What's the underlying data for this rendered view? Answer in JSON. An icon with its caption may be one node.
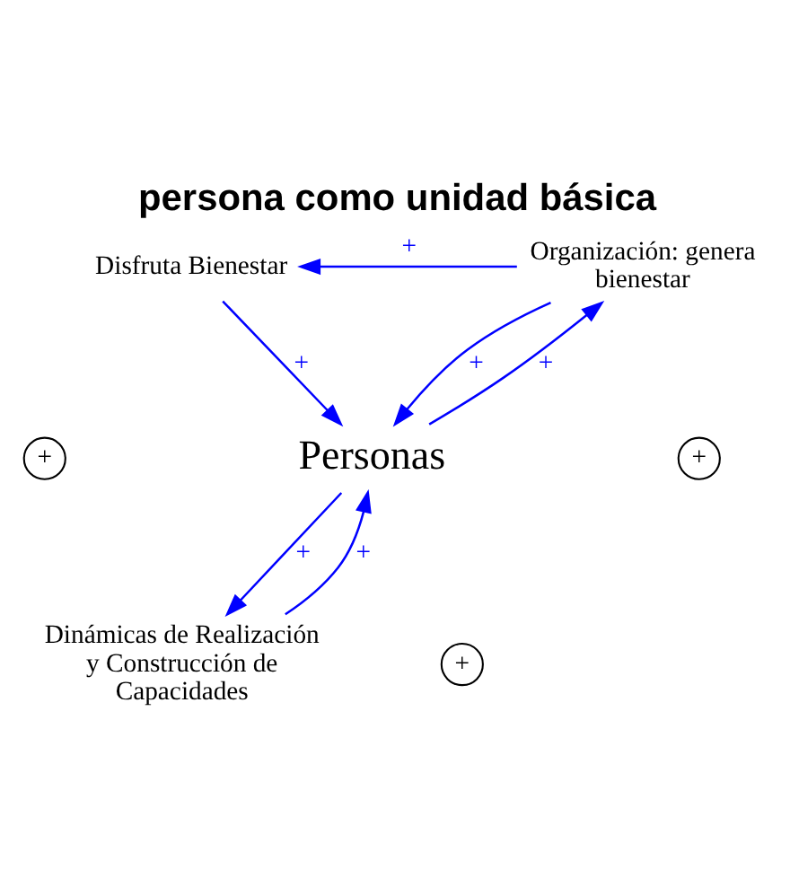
{
  "diagram": {
    "title": "persona como unidad básica",
    "nodes": [
      {
        "text": [
          "Disfruta Bienestar"
        ]
      },
      {
        "text": [
          "Organización: genera bienestar"
        ]
      },
      {
        "text": [
          "Personas"
        ]
      },
      {
        "text": [
          "Dinámicas de Realización y Construcción de Capacidades"
        ]
      }
    ],
    "edges": [
      {
        "from": 1,
        "to": 0,
        "arrow": "to",
        "label": "+"
      },
      {
        "from": 0,
        "to": 2,
        "arrow": "to",
        "label": "+"
      },
      {
        "from": 1,
        "to": 2,
        "arrow": "to",
        "label": "+"
      },
      {
        "from": 2,
        "to": 1,
        "arrow": "to",
        "label": "+"
      },
      {
        "from": 2,
        "to": 3,
        "arrow": "to",
        "label": "+"
      },
      {
        "from": 3,
        "to": 2,
        "arrow": "to",
        "label": "+"
      }
    ],
    "labels": [
      "+",
      "+",
      "+"
    ]
  }
}
